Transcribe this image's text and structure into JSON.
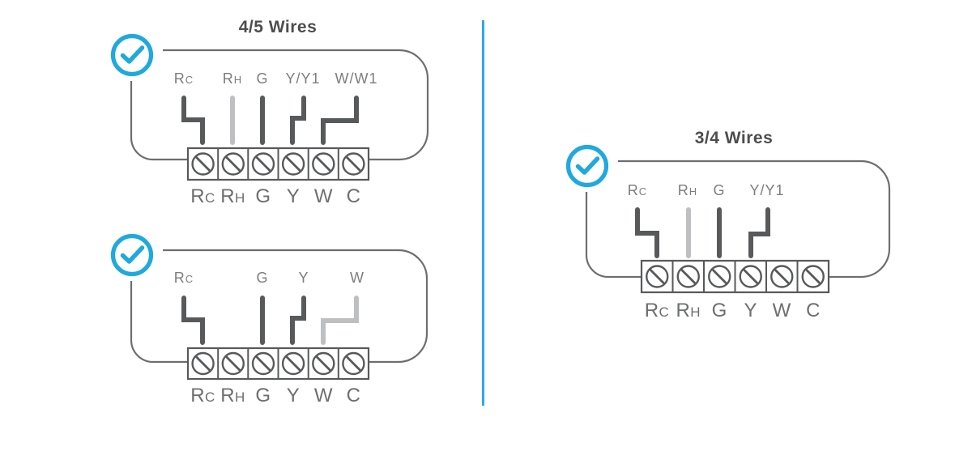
{
  "colors": {
    "accent_blue": "#1FA9DD",
    "divider_blue": "#29ABE2",
    "wire_dark": "#58595B",
    "wire_light": "#BDBFC1",
    "loop_outline": "#6D6E71",
    "title_text": "#4D4D4D",
    "wire_label_text": "#7C7D80",
    "terminal_label_text": "#6D6E71"
  },
  "diagrams": [
    {
      "title": "4/5 Wires",
      "status_icon": "check-circle",
      "wire_labels": [
        "Rc",
        "Rh",
        "G",
        "Y/Y1",
        "W/W1"
      ],
      "wire_styles": [
        "dark",
        "light",
        "dark",
        "dark",
        "dark"
      ],
      "terminal_labels": [
        "Rc",
        "Rh",
        "G",
        "Y",
        "W",
        "C"
      ]
    },
    {
      "title": "",
      "status_icon": "check-circle",
      "wire_labels": [
        "Rc",
        "G",
        "Y",
        "W"
      ],
      "wire_styles": [
        "dark",
        "dark",
        "dark",
        "light"
      ],
      "terminal_labels": [
        "Rc",
        "Rh",
        "G",
        "Y",
        "W",
        "C"
      ]
    },
    {
      "title": "3/4 Wires",
      "status_icon": "check-circle",
      "wire_labels": [
        "Rc",
        "Rh",
        "G",
        "Y/Y1"
      ],
      "wire_styles": [
        "dark",
        "light",
        "dark",
        "dark"
      ],
      "terminal_labels": [
        "Rc",
        "Rh",
        "G",
        "Y",
        "W",
        "C"
      ]
    }
  ]
}
